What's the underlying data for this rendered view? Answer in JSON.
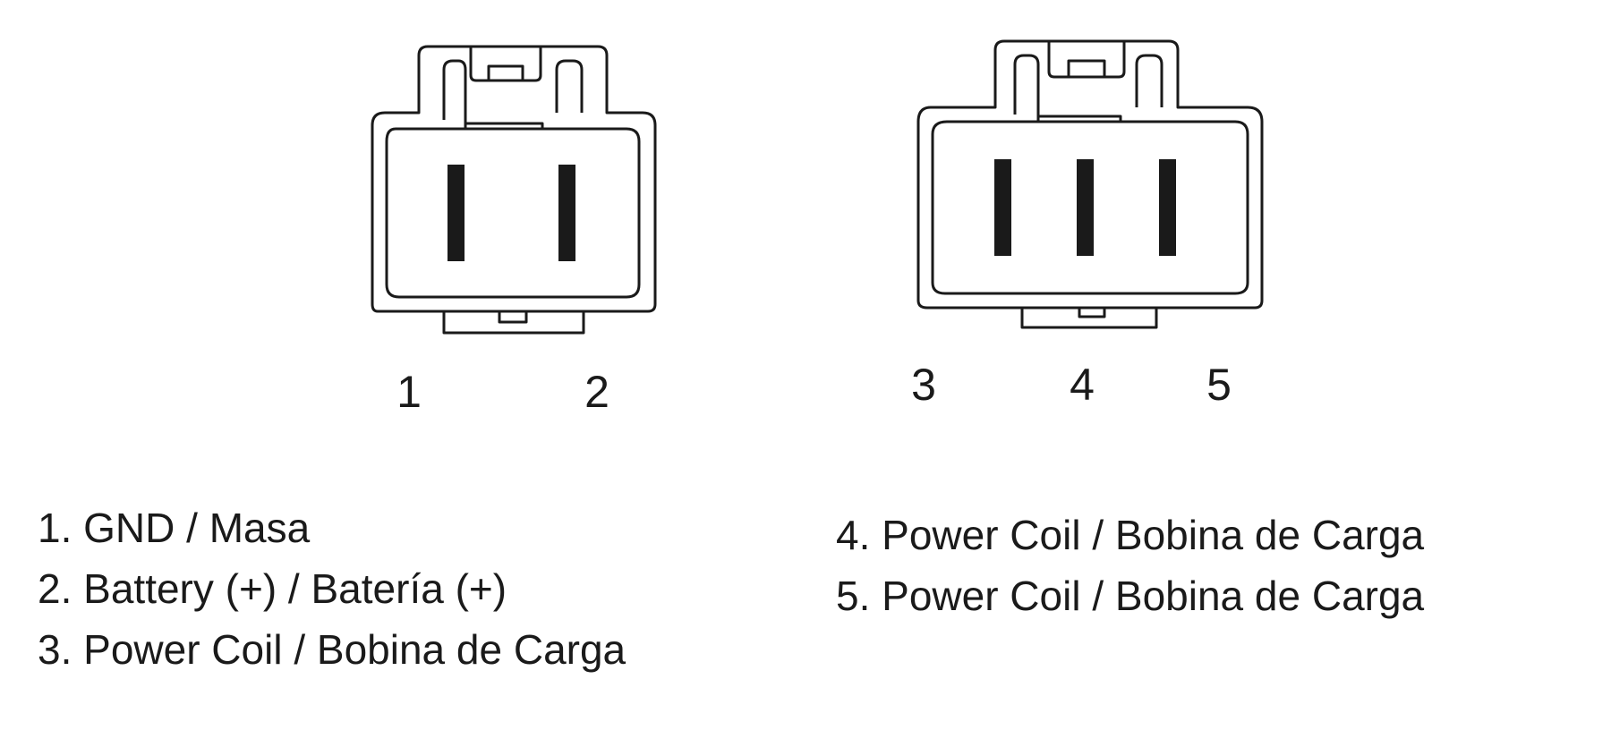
{
  "connectors": [
    {
      "id": "two-pin",
      "pins": [
        {
          "number": "1"
        },
        {
          "number": "2"
        }
      ]
    },
    {
      "id": "three-pin",
      "pins": [
        {
          "number": "3"
        },
        {
          "number": "4"
        },
        {
          "number": "5"
        }
      ]
    }
  ],
  "legend": {
    "left": [
      "1. GND / Masa",
      "2. Battery (+) / Batería (+)",
      "3. Power Coil / Bobina de Carga"
    ],
    "right": [
      "4. Power Coil / Bobina de Carga",
      "5. Power Coil / Bobina de Carga"
    ]
  },
  "colors": {
    "line": "#1a1a1a",
    "background": "#ffffff"
  }
}
